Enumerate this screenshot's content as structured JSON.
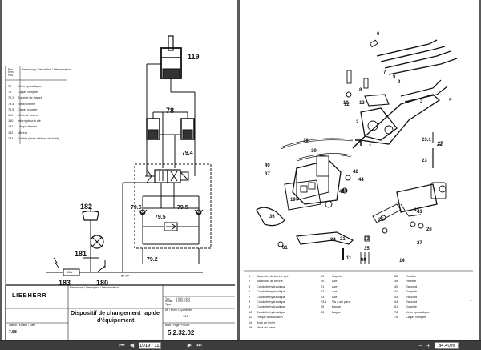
{
  "left_page": {
    "legend_header": {
      "col1": "Pos.\nItem\nPos.",
      "col2": "Benennung / Description / Dénomination"
    },
    "legend": [
      {
        "num": "78",
        "desc": "Vérin hydraulique"
      },
      {
        "num": "79",
        "desc": "Clapet complet"
      },
      {
        "num": "79.2",
        "desc": "Support de clapet"
      },
      {
        "num": "79.4",
        "desc": "Electrovanne"
      },
      {
        "num": "79.5",
        "desc": "Clapet navette"
      },
      {
        "num": "119",
        "desc": "Vérin de benne"
      },
      {
        "num": "180",
        "desc": "Interrupteur à clé"
      },
      {
        "num": "181",
        "desc": "Lampe témoin"
      },
      {
        "num": "182",
        "desc": "Vibreur"
      },
      {
        "num": "183",
        "desc": "Fusible (dans tableau de bord)"
      }
    ],
    "diagram_labels": {
      "l119": "119",
      "l78": "78",
      "l79_4": "79.4",
      "l79_5a": "79.5",
      "l79_5b": "79.5",
      "l79_5c": "79.5",
      "l79_2": "79.2",
      "l182": "182",
      "l181": "181",
      "l183": "183",
      "l180": "180",
      "fuse": "15A",
      "wire": "ge gn"
    },
    "title_block": {
      "logo": "LIEBHERR",
      "title_line1": "Dispositif de changement rapide",
      "title_line2": "d'équipement",
      "date": "7.88",
      "date_label": "Datum / Edition / Date",
      "type_label": "Typ\nModel\nType",
      "type_values": "A 900 à 942\nA 900 à 942",
      "ab_label": "Ab / From / A partir de",
      "ab_value": "101",
      "blatt_label": "Blatt / Page / Feuille",
      "page_code": "5.2.32.02",
      "small_header": "Benennung / Description / Dénomination"
    }
  },
  "right_page": {
    "callouts": [
      "6",
      "7",
      "5",
      "9",
      "8",
      "10",
      "12",
      "13",
      "4",
      "3",
      "2",
      "1",
      "27",
      "22",
      "23.1",
      "23",
      "38",
      "39",
      "40",
      "37",
      "42",
      "44",
      "20",
      "40",
      "43",
      "41",
      "36",
      "19",
      "25",
      "26",
      "24",
      "61",
      "21",
      "27",
      "33",
      "35",
      "14",
      "11",
      "60"
    ],
    "legend": [
      {
        "num": "1",
        "desc": "Balancier de benne cpl."
      },
      {
        "num": "2",
        "desc": "Balancier de benne"
      },
      {
        "num": "3",
        "desc": "Conduite hydraulique"
      },
      {
        "num": "4",
        "desc": "Conduite hydraulique"
      },
      {
        "num": "7",
        "desc": "Conduite hydraulique"
      },
      {
        "num": "8",
        "desc": "Conduite hydraulique"
      },
      {
        "num": "9",
        "desc": "Conduite hydraulique"
      },
      {
        "num": "10",
        "desc": "Conduite hydraulique"
      },
      {
        "num": "11",
        "desc": "Plaque d'obturation"
      },
      {
        "num": "14",
        "desc": "Bras de levier"
      },
      {
        "num": "18",
        "desc": "Vis à six pans"
      },
      {
        "num": "19",
        "desc": "Support"
      },
      {
        "num": "20",
        "desc": "Axe"
      },
      {
        "num": "21",
        "desc": "Axe"
      },
      {
        "num": "22",
        "desc": "Axe"
      },
      {
        "num": "23",
        "desc": "Axe"
      },
      {
        "num": "23.1",
        "desc": "Vis à six pans"
      },
      {
        "num": "25",
        "desc": "Bague"
      },
      {
        "num": "33",
        "desc": "Bague"
      },
      {
        "num": "38",
        "desc": "Flexible"
      },
      {
        "num": "39",
        "desc": "Flexible"
      },
      {
        "num": "40",
        "desc": "Raccord"
      },
      {
        "num": "42",
        "desc": "Goupille"
      },
      {
        "num": "43",
        "desc": "Raccord"
      },
      {
        "num": "44",
        "desc": "Raccord"
      },
      {
        "num": "61",
        "desc": "Goupille"
      },
      {
        "num": "78",
        "desc": "Vérin hydraulique"
      },
      {
        "num": "79",
        "desc": "Clapet complet"
      }
    ],
    "margin_mark": "."
  },
  "toolbar": {
    "first_page": "⏮",
    "prev_page": "◀",
    "page_value": "1019 / 1132",
    "next_page": "▶",
    "last_page": "⏭",
    "zoom_out": "−",
    "zoom_value": "84.40%",
    "zoom_in": "+"
  }
}
